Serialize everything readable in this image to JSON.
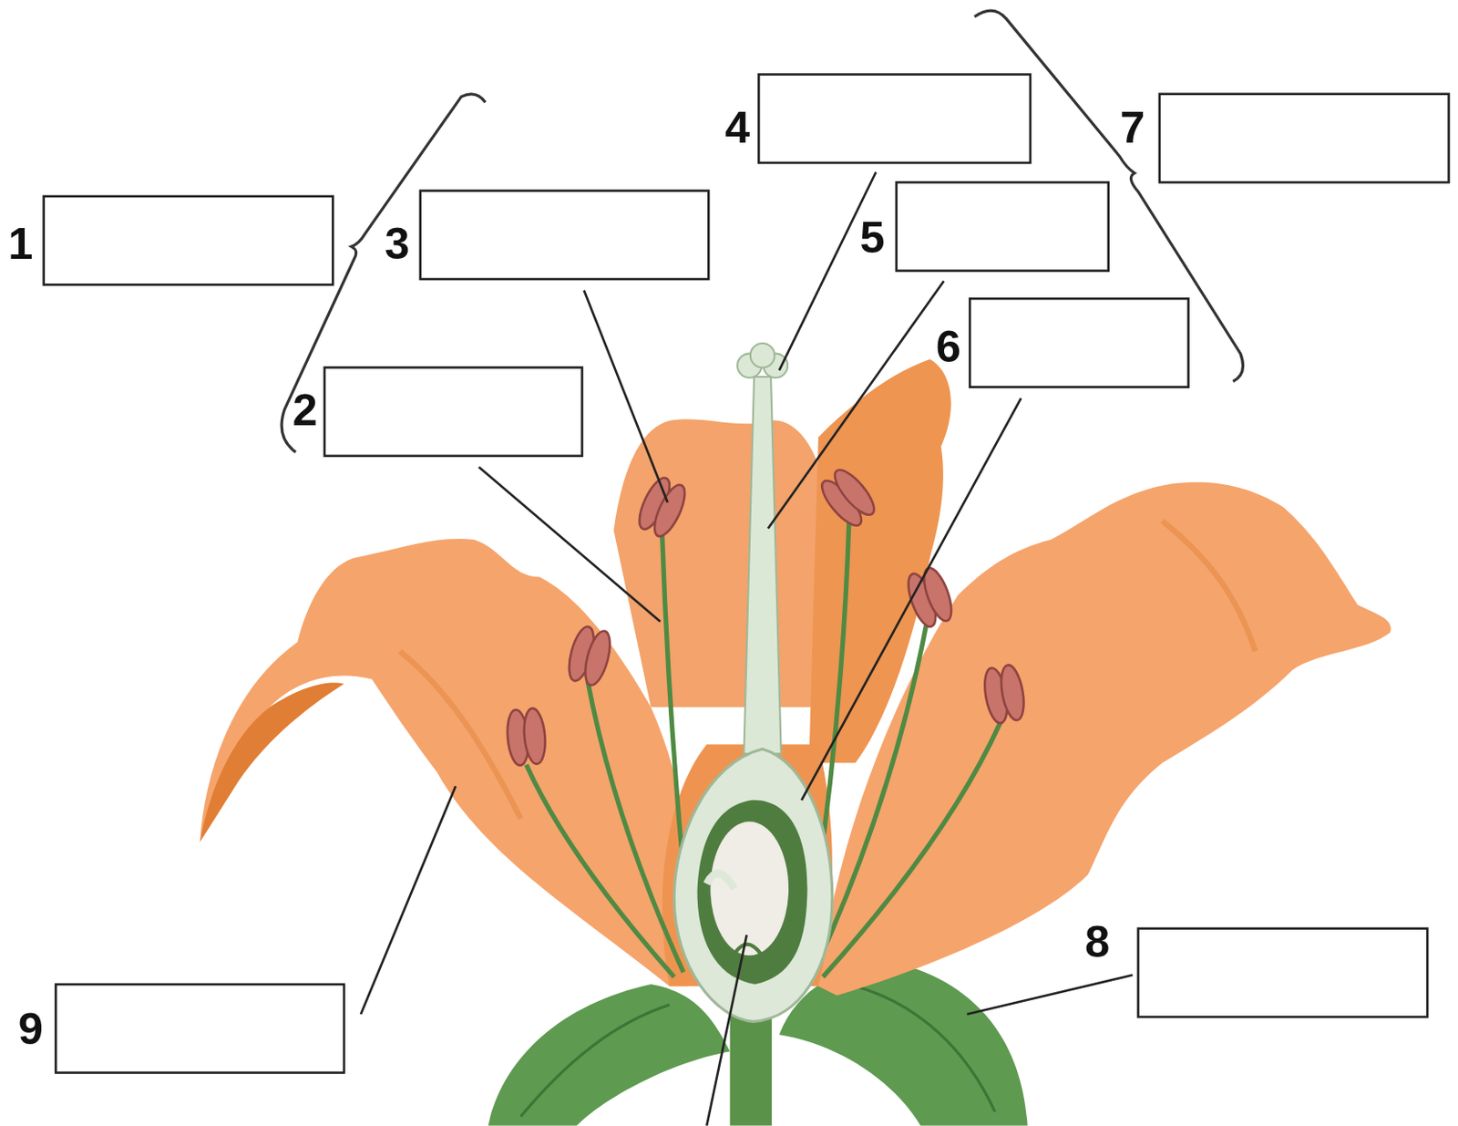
{
  "diagram": {
    "labels": [
      "4",
      "7",
      "1",
      "3",
      "5",
      "6",
      "2",
      "8",
      "9"
    ]
  }
}
